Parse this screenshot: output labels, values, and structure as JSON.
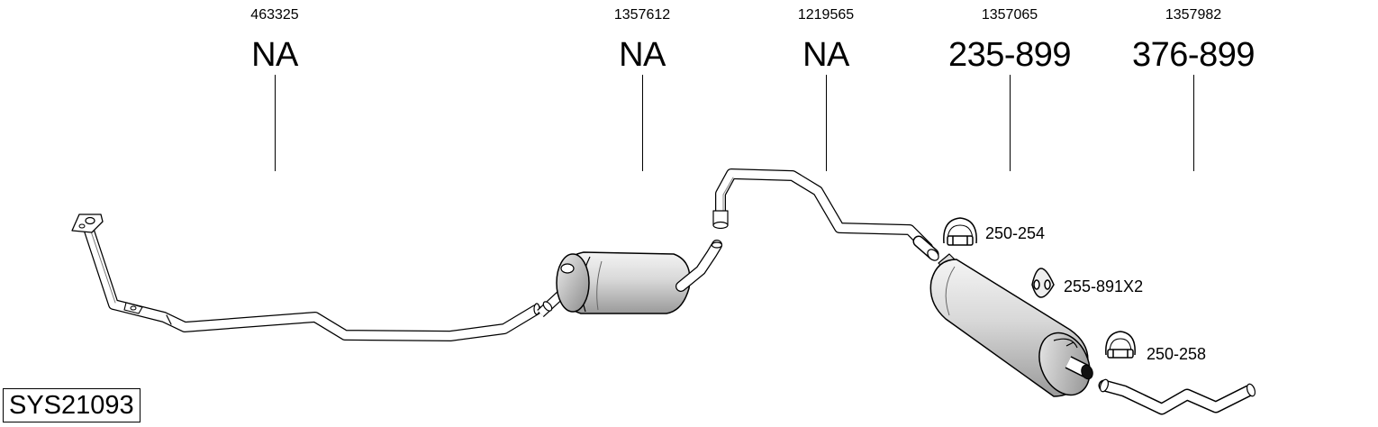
{
  "system_id": "SYS21093",
  "parts": [
    {
      "part_number": "463325",
      "code": "NA"
    },
    {
      "part_number": "1357612",
      "code": "NA"
    },
    {
      "part_number": "1219565",
      "code": "NA"
    },
    {
      "part_number": "1357065",
      "code": "235-899"
    },
    {
      "part_number": "1357982",
      "code": "376-899"
    }
  ],
  "accessories": [
    {
      "label": "250-254"
    },
    {
      "label": "255-891X2"
    },
    {
      "label": "250-258"
    }
  ]
}
